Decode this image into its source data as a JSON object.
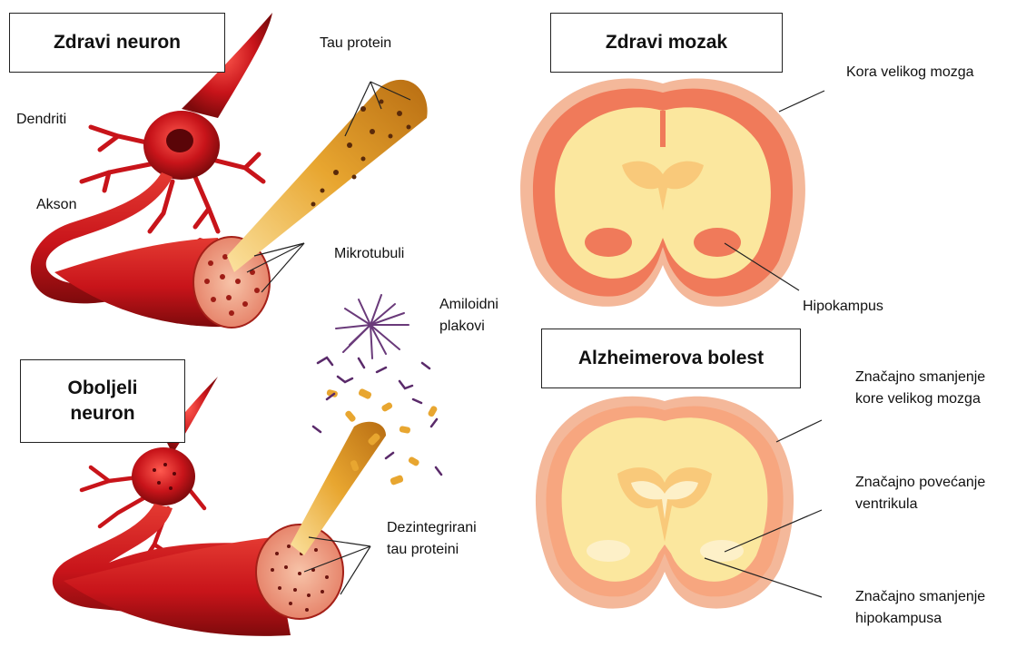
{
  "titles": {
    "healthy_neuron": "Zdravi neuron",
    "diseased_neuron_1": "Oboljeli",
    "diseased_neuron_2": "neuron",
    "healthy_brain": "Zdravi mozak",
    "alzheimer": "Alzheimerova bolest"
  },
  "labels": {
    "tau_protein": "Tau protein",
    "dendrites": "Dendriti",
    "axon": "Akson",
    "microtubules": "Mikrotubuli",
    "amyloid_1": "Amiloidni",
    "amyloid_2": "plakovi",
    "disintegrated_1": "Dezintegrirani",
    "disintegrated_2": "tau proteini",
    "cortex": "Kora velikog mozga",
    "hippocampus": "Hipokampus",
    "cortex_shrink_1": "Značajno smanjenje",
    "cortex_shrink_2": "kore velikog mozga",
    "ventricle_1": "Značajno povećanje",
    "ventricle_2": "ventrikula",
    "hippo_shrink_1": "Značajno smanjenje",
    "hippo_shrink_2": "hipokampusa"
  },
  "colors": {
    "neuron_red": "#c8141a",
    "neuron_dark": "#8a0c10",
    "tau_gold": "#e8a630",
    "brain_cortex": "#f07a5a",
    "brain_white": "#fbe79e",
    "brain_outline": "#f4b89a"
  }
}
